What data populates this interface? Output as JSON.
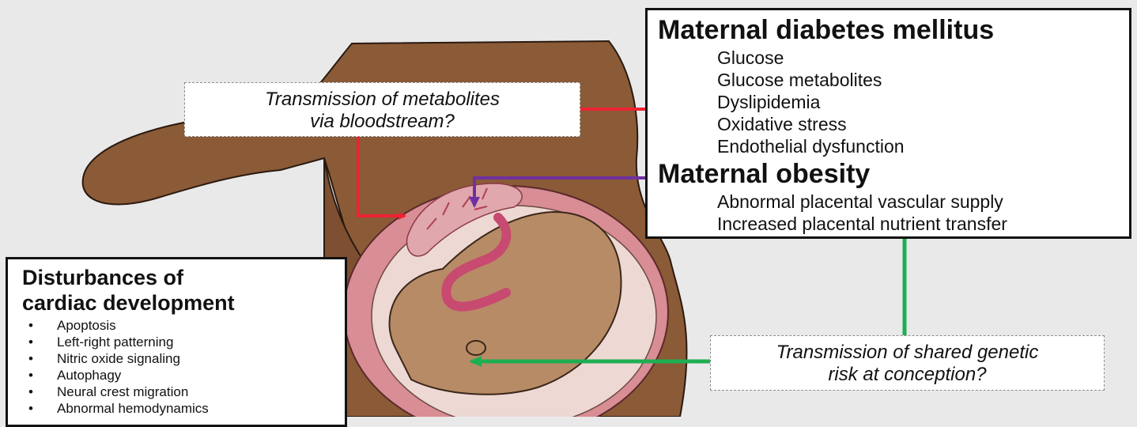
{
  "metabolites_question": {
    "line1": "Transmission of metabolites",
    "line2": "via bloodstream?"
  },
  "diabetes": {
    "title": "Maternal diabetes mellitus",
    "items": [
      "Glucose",
      "Glucose metabolites",
      "Dyslipidemia",
      "Oxidative stress",
      "Endothelial dysfunction"
    ]
  },
  "obesity": {
    "title": "Maternal obesity",
    "items": [
      "Abnormal placental vascular supply",
      "Increased placental nutrient transfer"
    ]
  },
  "cardiac": {
    "title_line1": "Disturbances of",
    "title_line2": "cardiac development",
    "bullet": "•",
    "items": [
      "Apoptosis",
      "Left-right patterning",
      "Nitric oxide signaling",
      "Autophagy",
      "Neural crest migration",
      "Abnormal hemodynamics"
    ]
  },
  "genetic_question": {
    "line1": "Transmission of shared genetic",
    "line2": "risk at conception?"
  },
  "colors": {
    "skin": "#8b5a37",
    "fetus": "#b78b66",
    "placenta": "#e0a7ad",
    "uterus_wall": "#d98d95",
    "red_arrow": "#ee2233",
    "purple_arrow": "#7030a0",
    "green_arrow": "#1fae52",
    "double_arrow": "#8a8a8a"
  }
}
